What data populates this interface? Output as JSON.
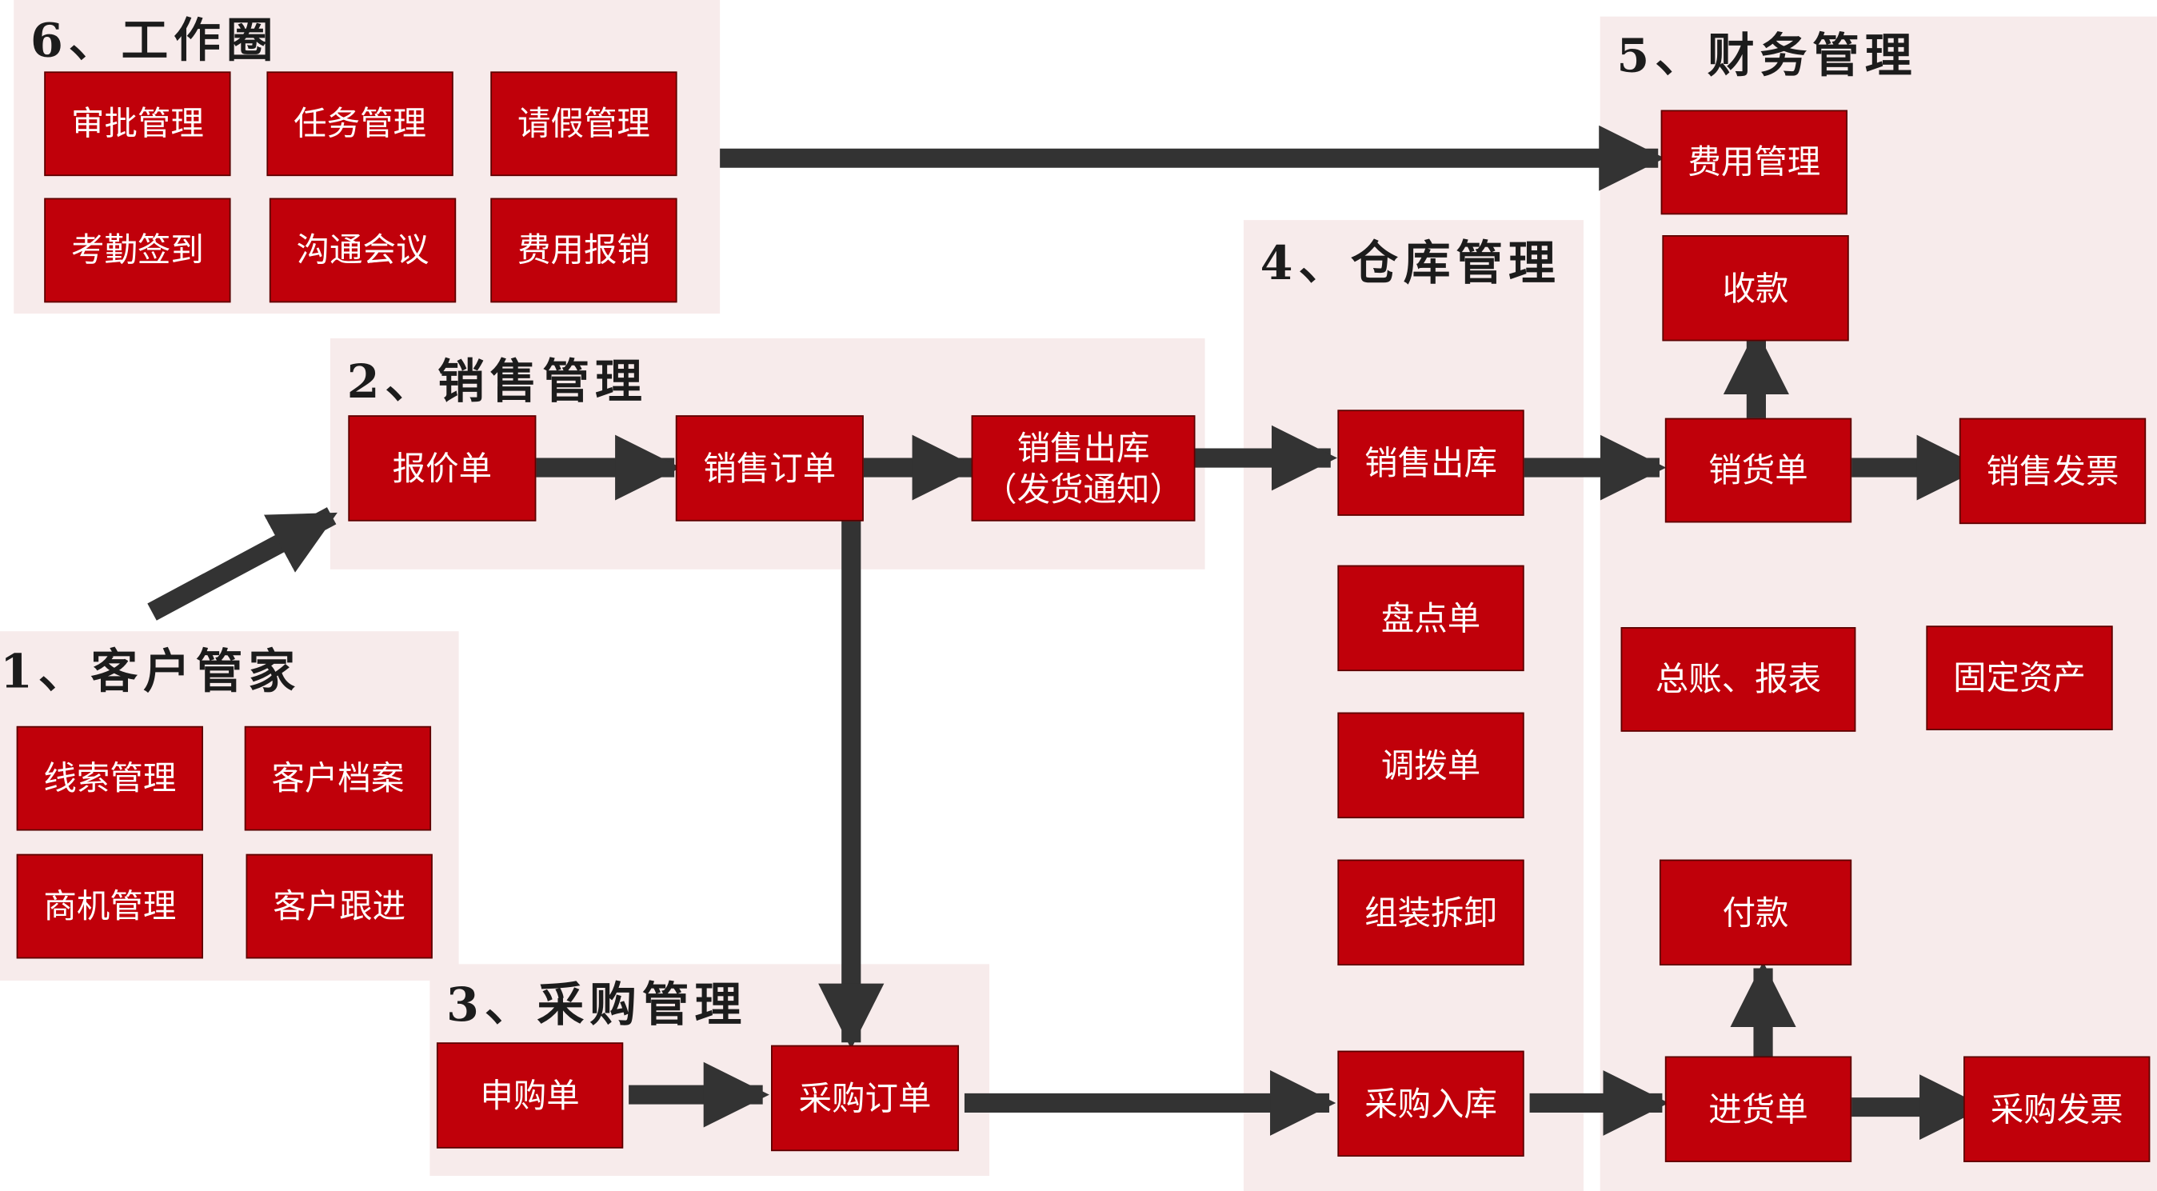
{
  "colors": {
    "panel_bg": "#f7ebeb",
    "box_fill": "#c0000a",
    "box_border": "#5a0000",
    "box_text": "#ffffff",
    "arrow": "#333333",
    "title_text": "#1c1c1c"
  },
  "panels": {
    "work": {
      "title": "6、工作圈",
      "items": [
        "审批管理",
        "任务管理",
        "请假管理",
        "考勤签到",
        "沟通会议",
        "费用报销"
      ]
    },
    "sales": {
      "title": "2、销售管理",
      "items": [
        "报价单",
        "销售订单"
      ],
      "outbound_line1": "销售出库",
      "outbound_line2": "（发货通知）"
    },
    "customer": {
      "title": "1、客户管家",
      "items": [
        "线索管理",
        "客户档案",
        "商机管理",
        "客户跟进"
      ]
    },
    "purchase": {
      "title": "3、采购管理",
      "items": [
        "申购单",
        "采购订单"
      ]
    },
    "warehouse": {
      "title": "4、仓库管理",
      "items": [
        "销售出库",
        "盘点单",
        "调拨单",
        "组装拆卸",
        "采购入库"
      ]
    },
    "finance": {
      "title": "5、财务管理",
      "items": [
        "费用管理",
        "收款",
        "销货单",
        "销售发票",
        "总账、报表",
        "固定资产",
        "付款",
        "进货单",
        "采购发票"
      ]
    }
  }
}
